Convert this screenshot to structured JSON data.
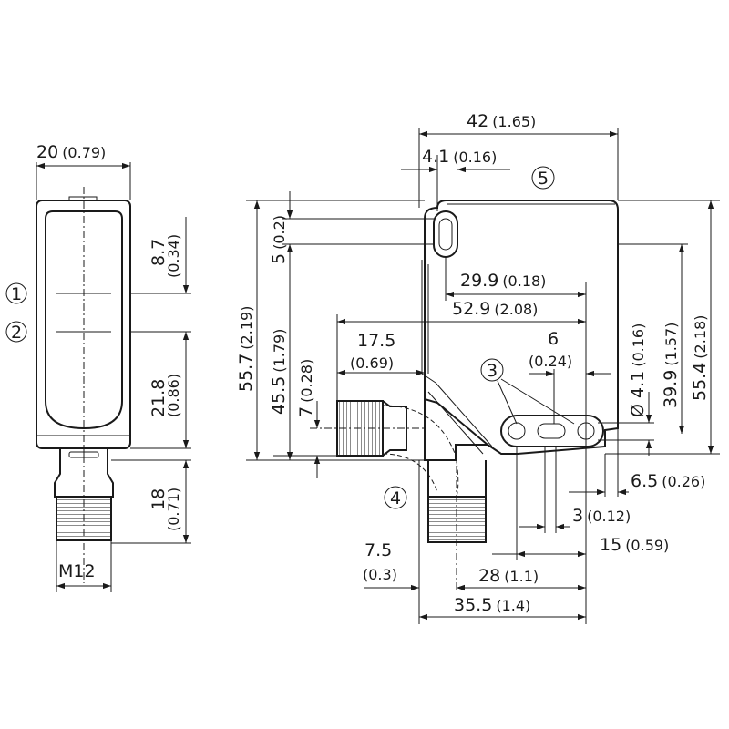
{
  "left_view": {
    "width_dim": {
      "value": "20",
      "inch": "(0.79)"
    },
    "upper_dim": {
      "value": "8.7",
      "inch": "(0.34)"
    },
    "lower_dim": {
      "value": "21.8",
      "inch": "(0.86)"
    },
    "connector_dim": {
      "value": "18",
      "inch": "(0.71)"
    },
    "thread_label": "M12",
    "callout_1": "1",
    "callout_2": "2"
  },
  "right_view": {
    "overall_width": {
      "value": "42",
      "inch": "(1.65)"
    },
    "slot_offset": {
      "value": "4.1",
      "inch": "(0.16)"
    },
    "top_small": {
      "value": "5",
      "inch": "(0.2)"
    },
    "height_total": {
      "value": "55.7",
      "inch": "(2.19)"
    },
    "height_upper": {
      "value": "45.5",
      "inch": "(1.79)"
    },
    "conn_height": {
      "value": "7",
      "inch": "(0.28)"
    },
    "conn_length": {
      "value": "17.5",
      "inch": "(0.69)"
    },
    "dim_29_9": {
      "value": "29.9",
      "inch": "(0.18)"
    },
    "dim_52_9": {
      "value": "52.9",
      "inch": "(2.08)"
    },
    "dim_6": {
      "value": "6",
      "inch": "(0.24)"
    },
    "hole_dia": {
      "value": "Ø 4.1",
      "inch": "(0.16)"
    },
    "dim_39_9": {
      "value": "39.9",
      "inch": "(1.57)"
    },
    "dim_55_4": {
      "value": "55.4",
      "inch": "(2.18)"
    },
    "dim_6_5": {
      "value": "6.5",
      "inch": "(0.26)"
    },
    "dim_3": {
      "value": "3",
      "inch": "(0.12)"
    },
    "dim_15": {
      "value": "15",
      "inch": "(0.59)"
    },
    "dim_7_5": {
      "value": "7.5",
      "inch": "(0.3)"
    },
    "dim_28": {
      "value": "28",
      "inch": "(1.1)"
    },
    "dim_35_5": {
      "value": "35.5",
      "inch": "(1.4)"
    },
    "callout_3": "3",
    "callout_4": "4",
    "callout_5": "5"
  }
}
